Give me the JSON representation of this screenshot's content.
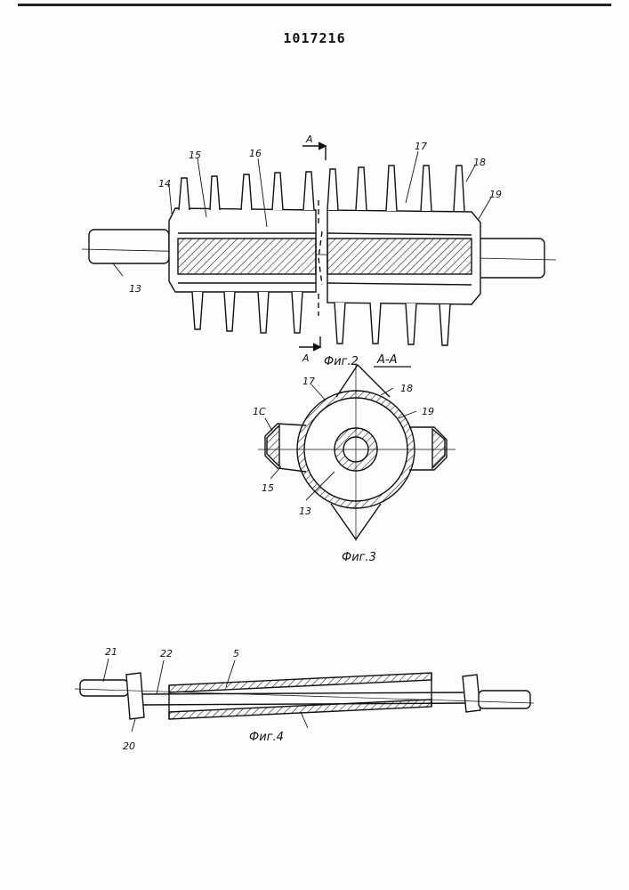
{
  "document": {
    "patent_number": "1017216"
  },
  "figures": [
    {
      "id": "fig2",
      "caption": "Фиг.2",
      "section_marker": "A"
    },
    {
      "id": "fig3",
      "caption": "Фиг.3",
      "section_title": "A-A"
    },
    {
      "id": "fig4",
      "caption": "Фиг.4"
    }
  ],
  "labels": {
    "l13a": "13",
    "l14": "14",
    "l15a": "15",
    "l16": "16",
    "l17a": "17",
    "l18a": "18",
    "l19a": "19",
    "l17b": "17",
    "l18b": "18",
    "l19b": "19",
    "l1c": "1C",
    "l15b": "15",
    "l13b": "13",
    "l21": "21",
    "l22": "22",
    "l5": "5",
    "l20": "20"
  }
}
